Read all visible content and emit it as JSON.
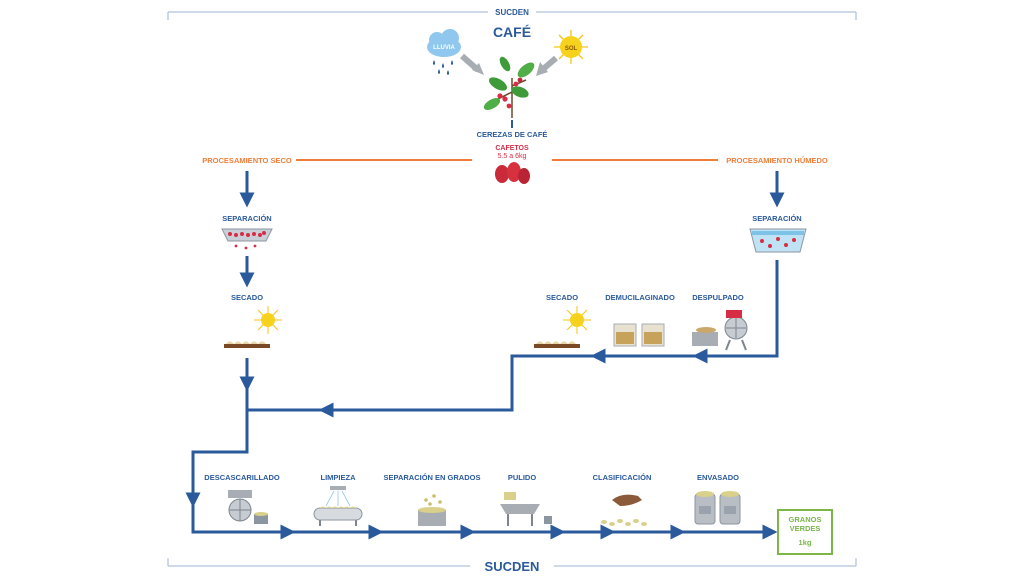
{
  "header": {
    "brand_top": "SUCDEN",
    "brand_bottom": "SUCDEN",
    "title": "CAFÉ"
  },
  "weather": {
    "rain_label": "LLUVIA",
    "sun_label": "SOL"
  },
  "source": {
    "cherries_label": "CEREZAS DE CAFÉ",
    "cafetos_label": "CAFETOS",
    "cafetos_qty": "5.5 a 6kg"
  },
  "branches": {
    "dry": "PROCESAMIENTO SECO",
    "wet": "PROCESAMIENTO HÚMEDO"
  },
  "dry": {
    "separation": "SEPARACIÓN",
    "drying": "SECADO"
  },
  "wet": {
    "separation": "SEPARACIÓN",
    "depulping": "DESPULPADO",
    "demucilaging": "DEMUCILAGINADO",
    "drying": "SECADO"
  },
  "final_steps": {
    "hulling": "DESCASCARILLADO",
    "cleaning": "LIMPIEZA",
    "grading": "SEPARACIÓN EN GRADOS",
    "polishing": "PULIDO",
    "classification": "CLASIFICACIÓN",
    "bagging": "ENVASADO"
  },
  "result": {
    "line1": "GRANOS",
    "line2": "VERDES",
    "qty": "1kg"
  },
  "colors": {
    "blue": "#2a5a9c",
    "orange": "#f07e3a",
    "red": "#d62d45",
    "green": "#7ab648",
    "gray": "#9aa3ad"
  }
}
